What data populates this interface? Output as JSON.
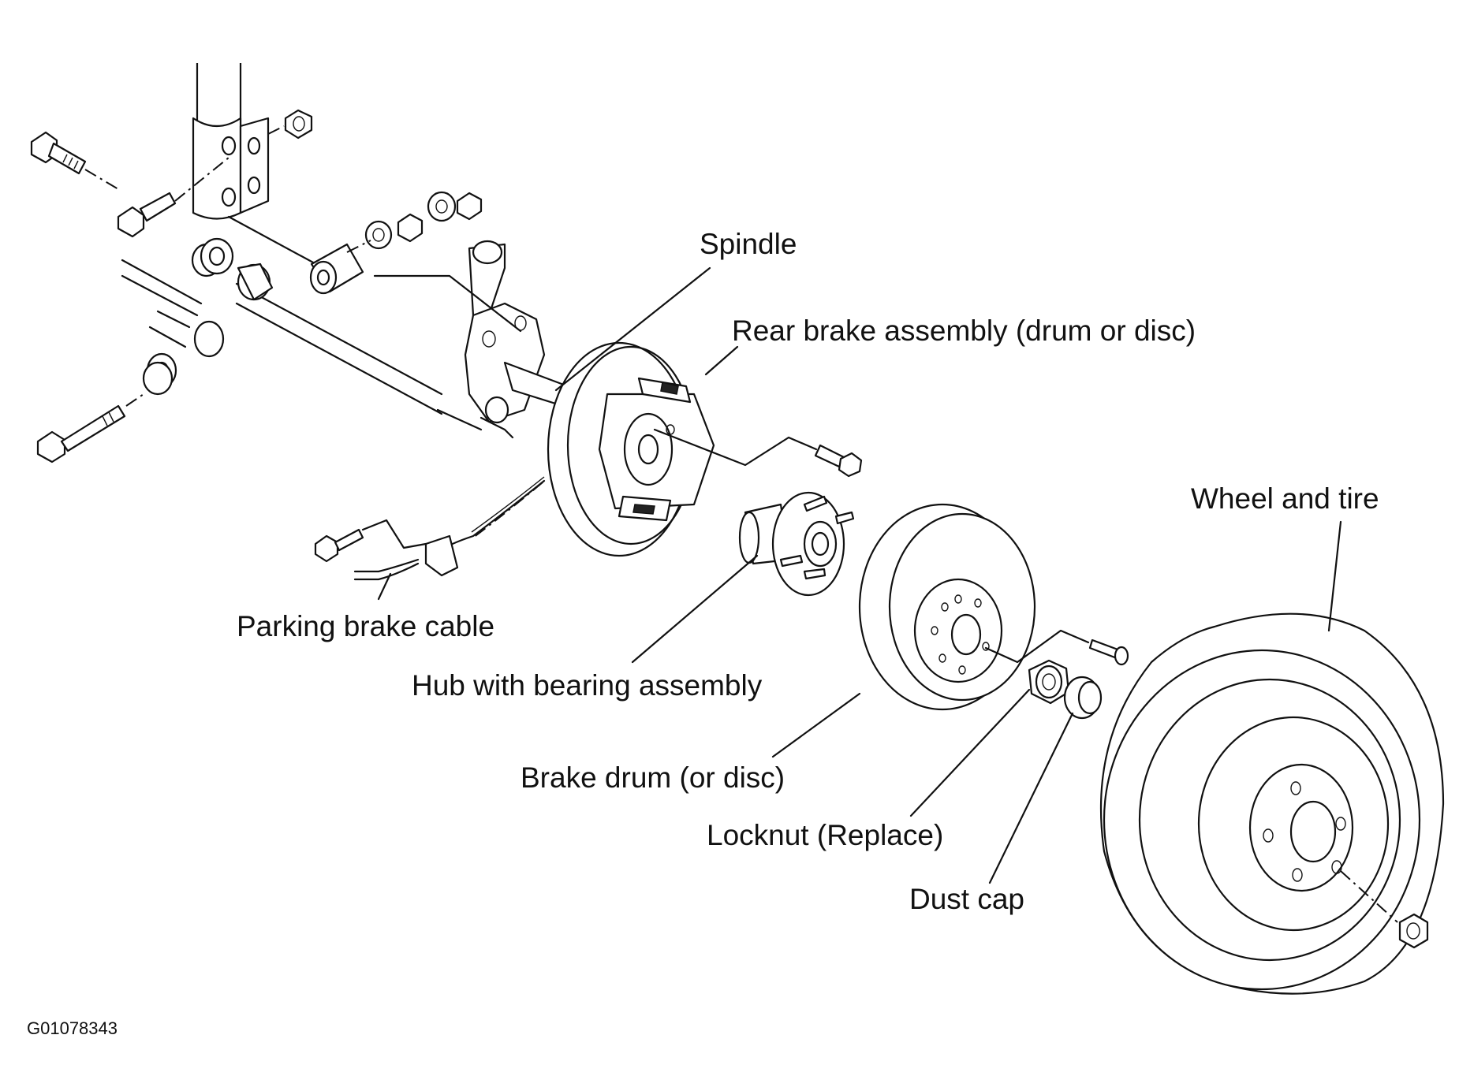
{
  "labels": {
    "spindle": "Spindle",
    "rear_brake_assembly": "Rear brake assembly (drum or disc)",
    "wheel_and_tire": "Wheel and tire",
    "parking_brake_cable": "Parking brake cable",
    "hub_with_bearing": "Hub with bearing assembly",
    "brake_drum": "Brake drum (or disc)",
    "locknut": "Locknut (Replace)",
    "dust_cap": "Dust cap"
  },
  "figure_id": "G01078343"
}
